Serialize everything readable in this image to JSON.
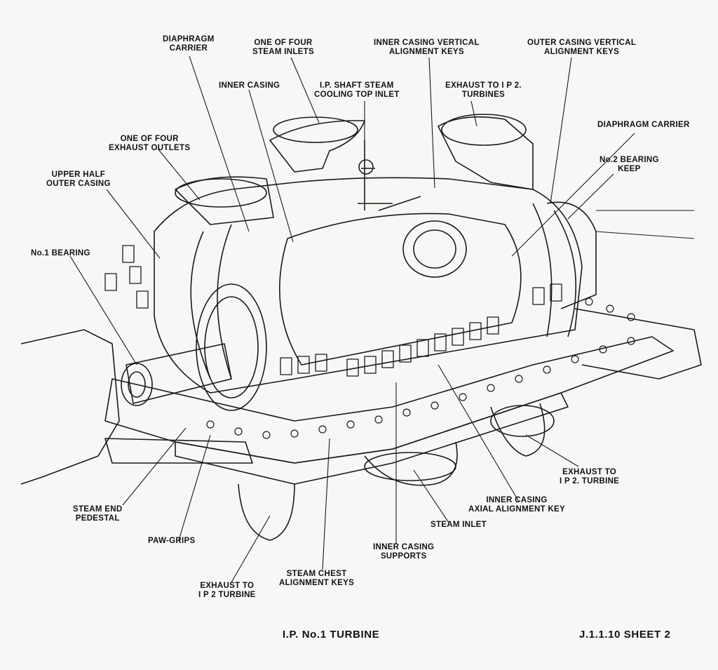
{
  "title": "I.P. No.1 TURBINE",
  "sheet": "J.1.1.10 SHEET 2",
  "labels": {
    "diaphragm_carrier_left": [
      "DIAPHRAGM",
      "CARRIER"
    ],
    "steam_inlets": [
      "ONE OF FOUR",
      "STEAM INLETS"
    ],
    "inner_vertical_keys": [
      "INNER CASING VERTICAL",
      "ALIGNMENT KEYS"
    ],
    "outer_vertical_keys": [
      "OUTER CASING VERTICAL",
      "ALIGNMENT KEYS"
    ],
    "inner_casing": [
      "INNER CASING"
    ],
    "shaft_cooling": [
      "I.P. SHAFT STEAM",
      "COOLING TOP INLET"
    ],
    "exhaust_ip2_top": [
      "EXHAUST TO I P 2.",
      "TURBINES"
    ],
    "diaphragm_carrier_right": [
      "DIAPHRAGM CARRIER"
    ],
    "exhaust_outlets": [
      "ONE OF FOUR",
      "EXHAUST OUTLETS"
    ],
    "bearing_keep": [
      "No.2 BEARING",
      "KEEP"
    ],
    "upper_outer_casing": [
      "UPPER HALF",
      "OUTER CASING"
    ],
    "no1_bearing": [
      "No.1 BEARING"
    ],
    "exhaust_ip2_right": [
      "EXHAUST TO",
      "I P 2. TURBINE"
    ],
    "axial_key": [
      "INNER CASING",
      "AXIAL ALIGNMENT KEY"
    ],
    "steam_end_pedestal": [
      "STEAM END",
      "PEDESTAL"
    ],
    "steam_inlet": [
      "STEAM INLET"
    ],
    "paw_grips": [
      "PAW-GRIPS"
    ],
    "inner_supports": [
      "INNER CASING",
      "SUPPORTS"
    ],
    "chest_keys": [
      "STEAM CHEST",
      "ALIGNMENT KEYS"
    ],
    "exhaust_ip2_bottom": [
      "EXHAUST TO",
      "I P 2 TURBINE"
    ]
  }
}
